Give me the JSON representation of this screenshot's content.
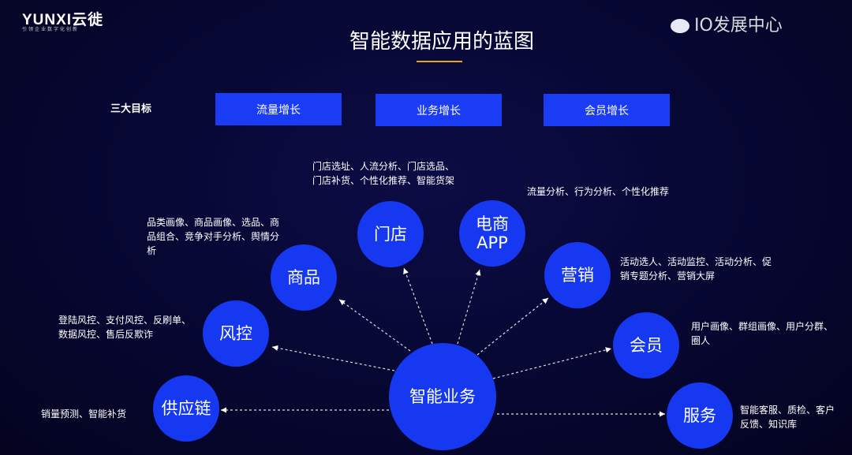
{
  "logo": {
    "brand": "YUNXI云徙",
    "tagline": "引领企业数字化创新"
  },
  "title": "智能数据应用的蓝图",
  "goals": {
    "label": "三大目标",
    "items": [
      "流量增长",
      "业务增长",
      "会员增长"
    ]
  },
  "center": "智能业务",
  "nodes": [
    {
      "name": "供应链",
      "desc": "销量预测、智能补货"
    },
    {
      "name": "风控",
      "desc": "登陆风控、支付风控、反刷单、数据风控、售后反欺诈"
    },
    {
      "name": "商品",
      "desc": "品类画像、商品画像、选品、商品组合、竞争对手分析、舆情分析"
    },
    {
      "name": "门店",
      "desc": "门店选址、人流分析、门店选品、门店补货、个性化推荐、智能货架"
    },
    {
      "name": "电商APP",
      "desc": "流量分析、行为分析、个性化推荐"
    },
    {
      "name": "营销",
      "desc": "活动选人、活动监控、活动分析、促销专题分析、营销大屏"
    },
    {
      "name": "会员",
      "desc": "用户画像、群组画像、用户分群、圈人"
    },
    {
      "name": "服务",
      "desc": "智能客服、质检、客户反馈、知识库"
    }
  ],
  "watermark": "IO发展中心",
  "colors": {
    "accent": "#1538f0",
    "gold": "#e0a624"
  }
}
